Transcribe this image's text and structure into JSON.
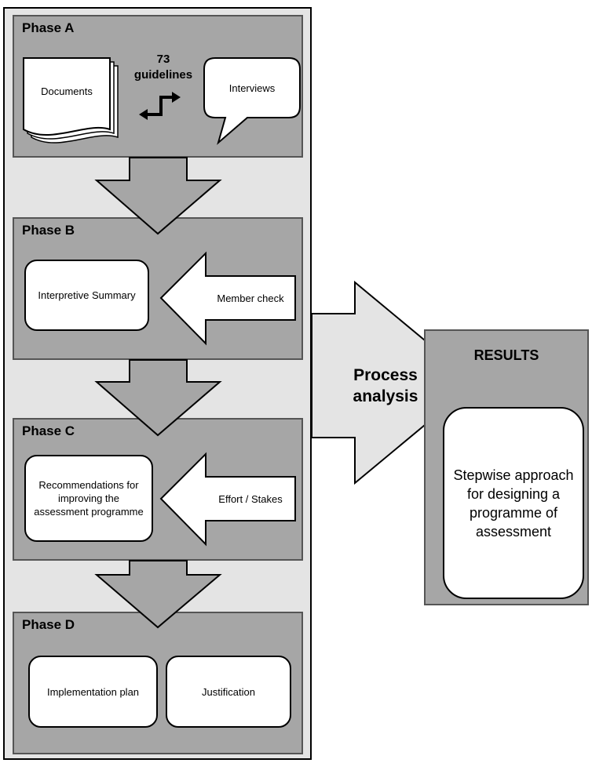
{
  "phases": {
    "a": {
      "title": "Phase A",
      "documents": "Documents",
      "guidelines": "73 guidelines",
      "interviews": "Interviews"
    },
    "b": {
      "title": "Phase B",
      "summary": "Interpretive Summary",
      "input": "Member check"
    },
    "c": {
      "title": "Phase C",
      "recommendations": "Recommendations for improving the assessment programme",
      "input": "Effort / Stakes"
    },
    "d": {
      "title": "Phase D",
      "implementation": "Implementation plan",
      "justification": "Justification"
    }
  },
  "process": "Process analysis",
  "results": {
    "title": "RESULTS",
    "content": "Stepwise approach for designing a programme of assessment"
  },
  "colors": {
    "phase_fill": "#a6a6a6",
    "background_fill": "#e4e4e4",
    "arrow_fill": "#a6a6a6",
    "box_fill": "#ffffff"
  }
}
